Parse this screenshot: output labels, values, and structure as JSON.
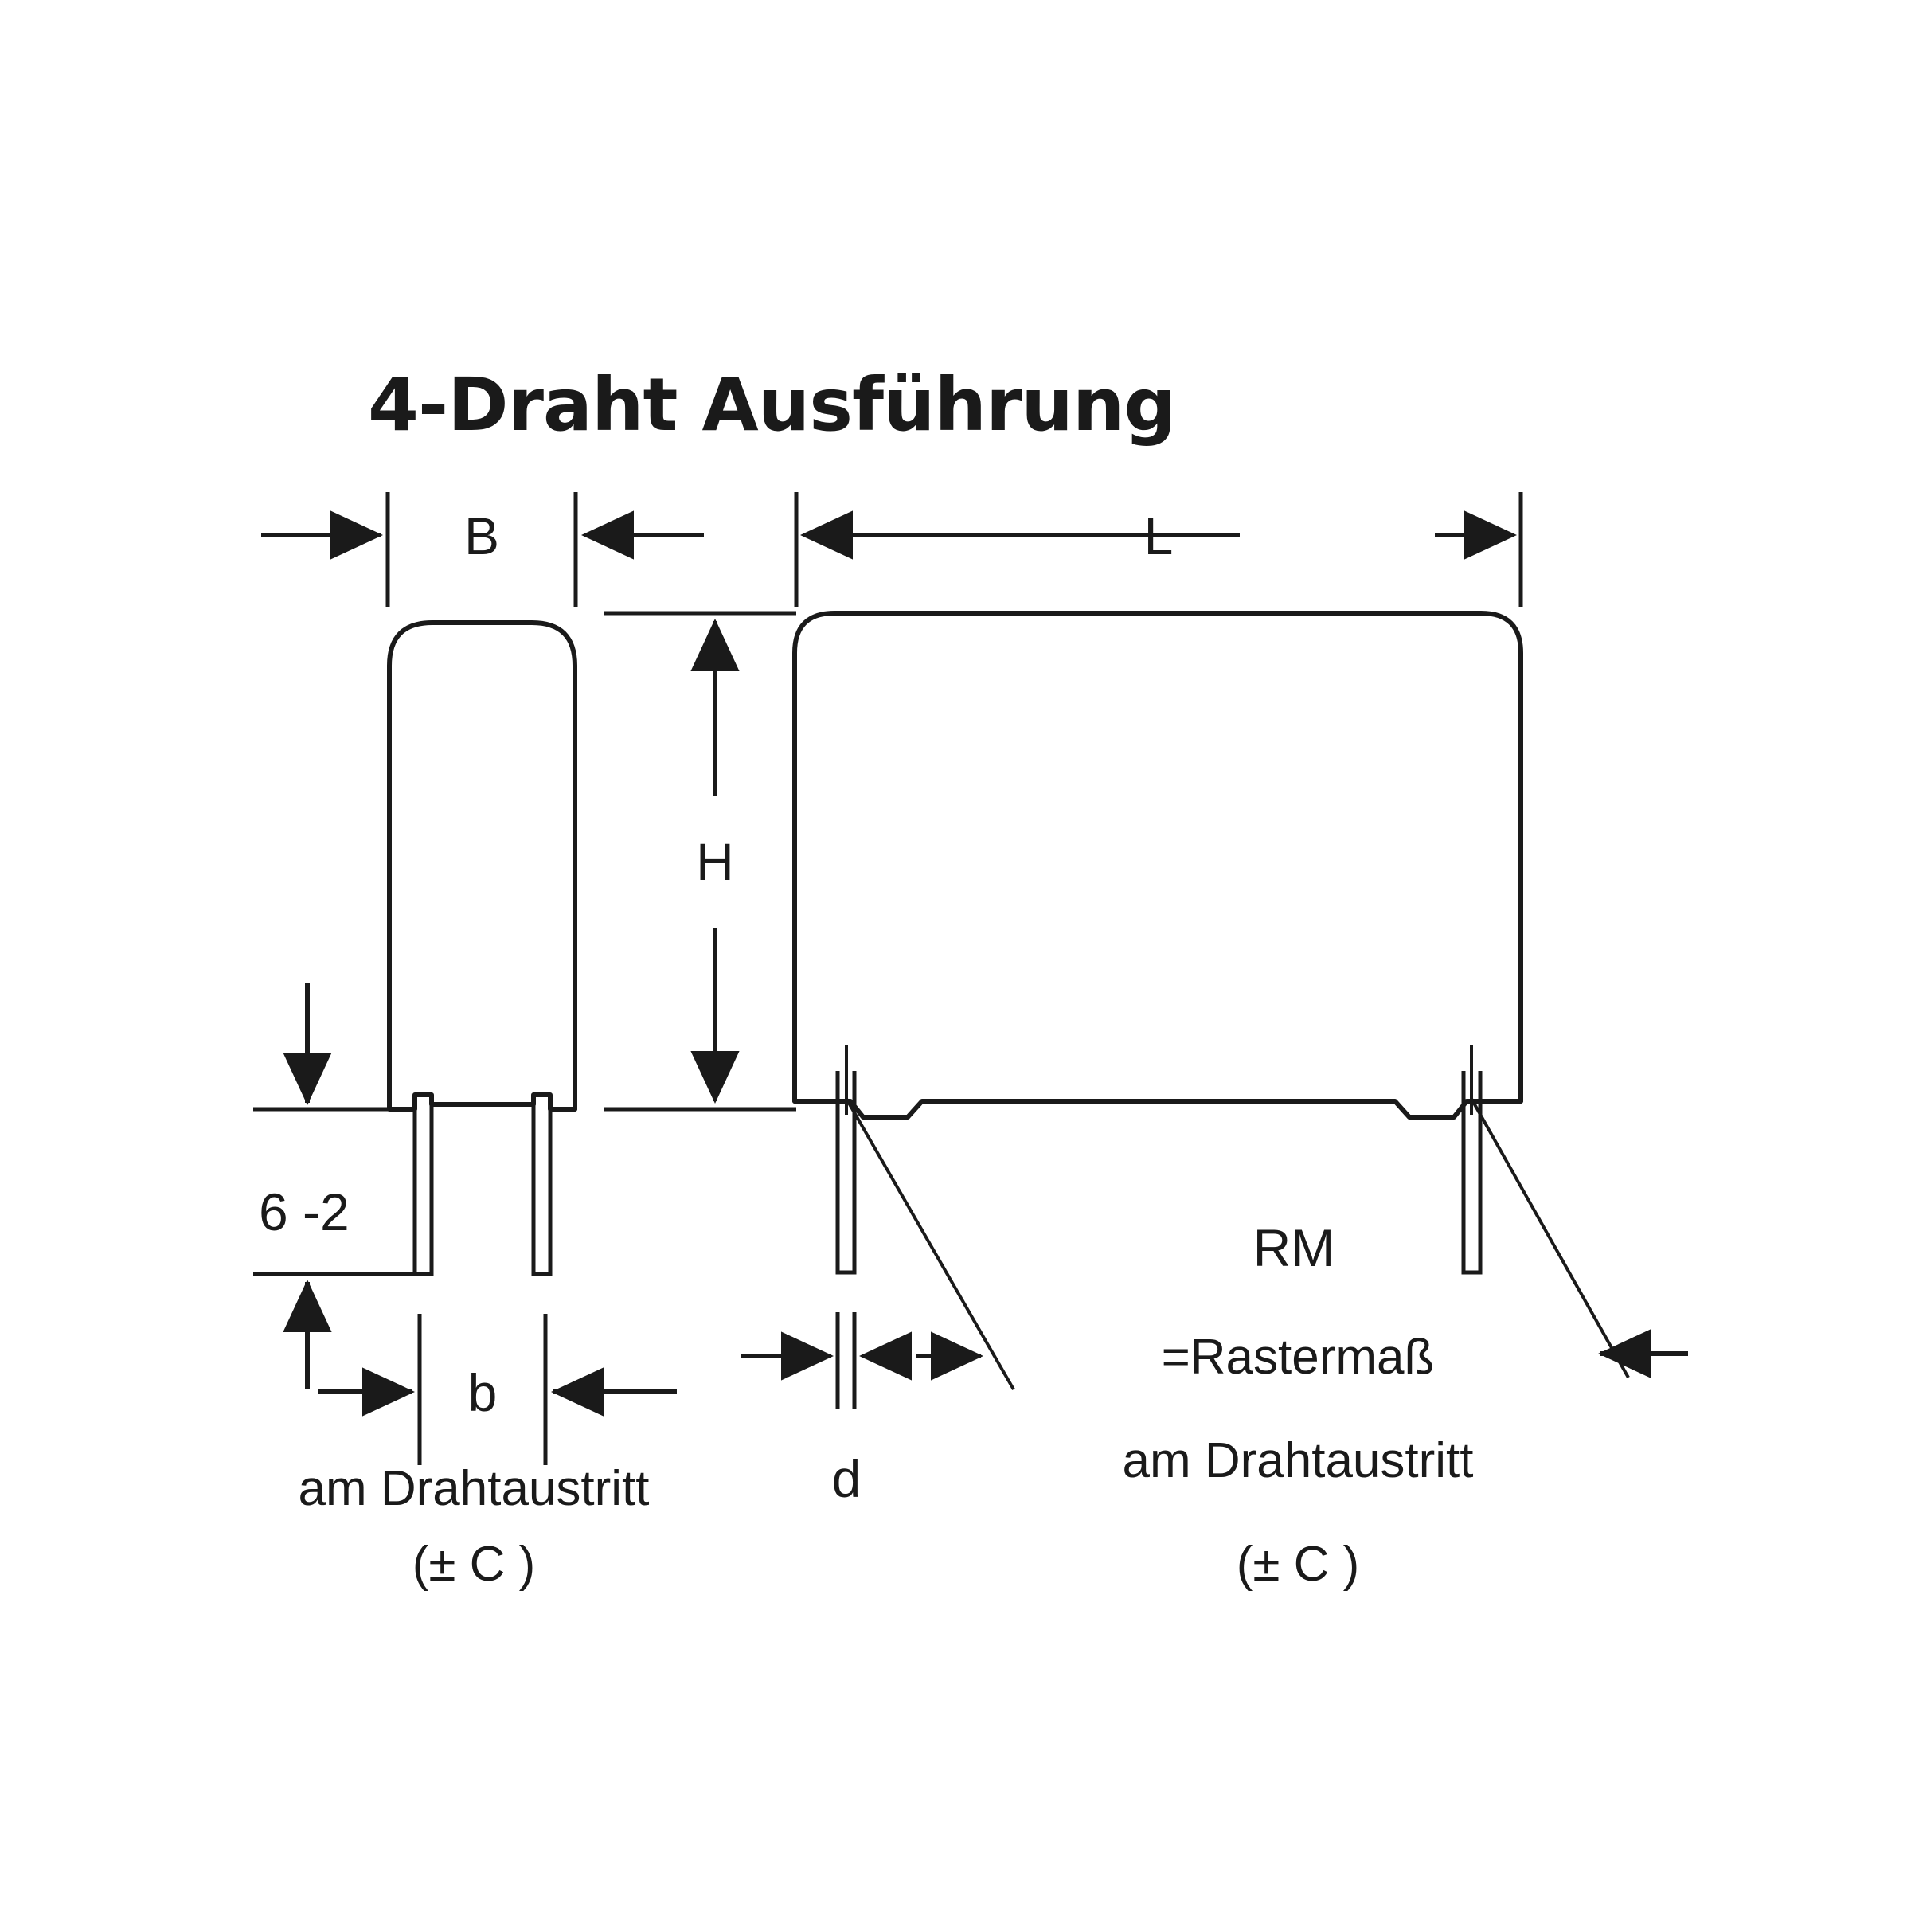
{
  "title": "4-Draht Ausführung",
  "dimensions": {
    "width_top": "B",
    "length_top": "L",
    "height_side": "H",
    "lead_length": "6 -2",
    "lead_spacing_left": "b",
    "lead_diameter": "d",
    "pitch": "RM"
  },
  "notes": {
    "left_line1": "am Drahtaustritt",
    "left_line2": "(± C )",
    "right_line1": "=Rastermaß",
    "right_line2": "am Drahtaustritt",
    "right_line3": "(± C )"
  },
  "colors": {
    "ink": "#1a1a1a",
    "background": "#ffffff"
  }
}
